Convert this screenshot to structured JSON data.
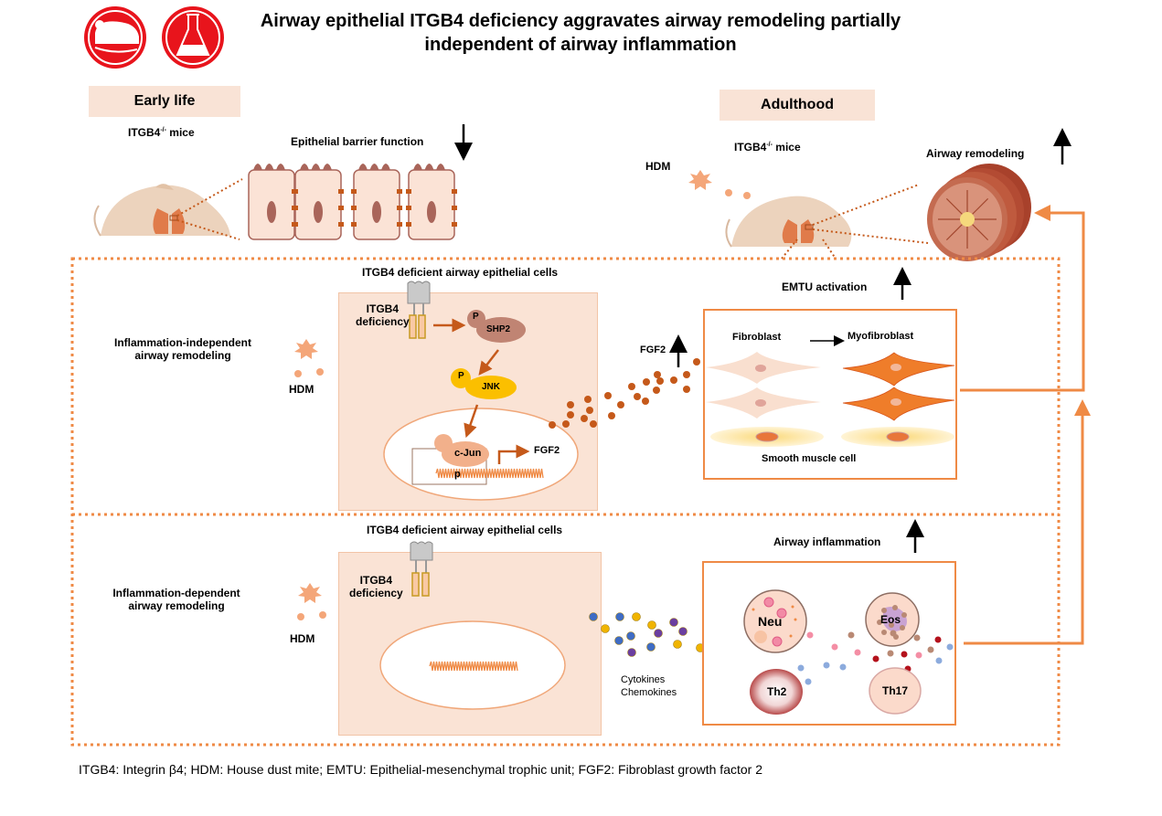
{
  "title": {
    "line1": "Airway epithelial ITGB4 deficiency aggravates airway remodeling partially",
    "line2": "independent of airway inflammation"
  },
  "icons": [
    "mouse-icon",
    "flask-icon"
  ],
  "early_life": {
    "stage_label": "Early life",
    "mice_label": "ITGB4",
    "mice_superscript": "-/-",
    "mice_suffix": " mice",
    "barrier_label": "Epithelial barrier function",
    "barrier_direction": "down"
  },
  "adulthood": {
    "stage_label": "Adulthood",
    "mice_label": "ITGB4",
    "mice_superscript": "-/-",
    "mice_suffix": " mice",
    "hdm_label": "HDM",
    "remodeling_label": "Airway remodeling",
    "remodeling_direction": "up"
  },
  "independent_panel": {
    "side_label_line1": "Inflammation-independent",
    "side_label_line2": "airway remodeling",
    "hdm_label": "HDM",
    "cell_title": "ITGB4 deficient airway epithelial cells",
    "deficiency_line1": "ITGB4",
    "deficiency_line2": "deficiency",
    "p_label": "P",
    "shp2_label": "SHP2",
    "jnk_label": "JNK",
    "cjun_label": "c-Jun",
    "promoter_p_label": "p",
    "gene_output_label": "FGF2",
    "secreted_label": "FGF2",
    "secreted_direction": "up",
    "emtu_label": "EMTU activation",
    "emtu_direction": "up",
    "fibroblast_label": "Fibroblast",
    "myofibroblast_label": "Myofibroblast",
    "smooth_muscle_label": "Smooth muscle cell"
  },
  "dependent_panel": {
    "side_label_line1": "Inflammation-dependent",
    "side_label_line2": "airway remodeling",
    "hdm_label": "HDM",
    "cell_title": "ITGB4 deficient airway epithelial cells",
    "deficiency_line1": "ITGB4",
    "deficiency_line2": "deficiency",
    "cytokines_line1": "Cytokines",
    "cytokines_line2": "Chemokines",
    "inflammation_label": "Airway inflammation",
    "inflammation_direction": "up",
    "cells": {
      "neu": "Neu",
      "eos": "Eos",
      "th2": "Th2",
      "th17": "Th17"
    }
  },
  "footer": "ITGB4: Integrin β4; HDM: House dust mite; EMTU: Epithelial-mesenchymal trophic unit; FGF2: Fibroblast growth factor 2",
  "colors": {
    "accent_orange": "#ef8a45",
    "icon_red": "#e8141c",
    "stage_bg": "#f9e3d6",
    "cell_bg": "#fae3d5",
    "dots_brown": "#c5591a",
    "jnk_yellow": "#fbbf00",
    "shp2_brown": "#c08473"
  }
}
